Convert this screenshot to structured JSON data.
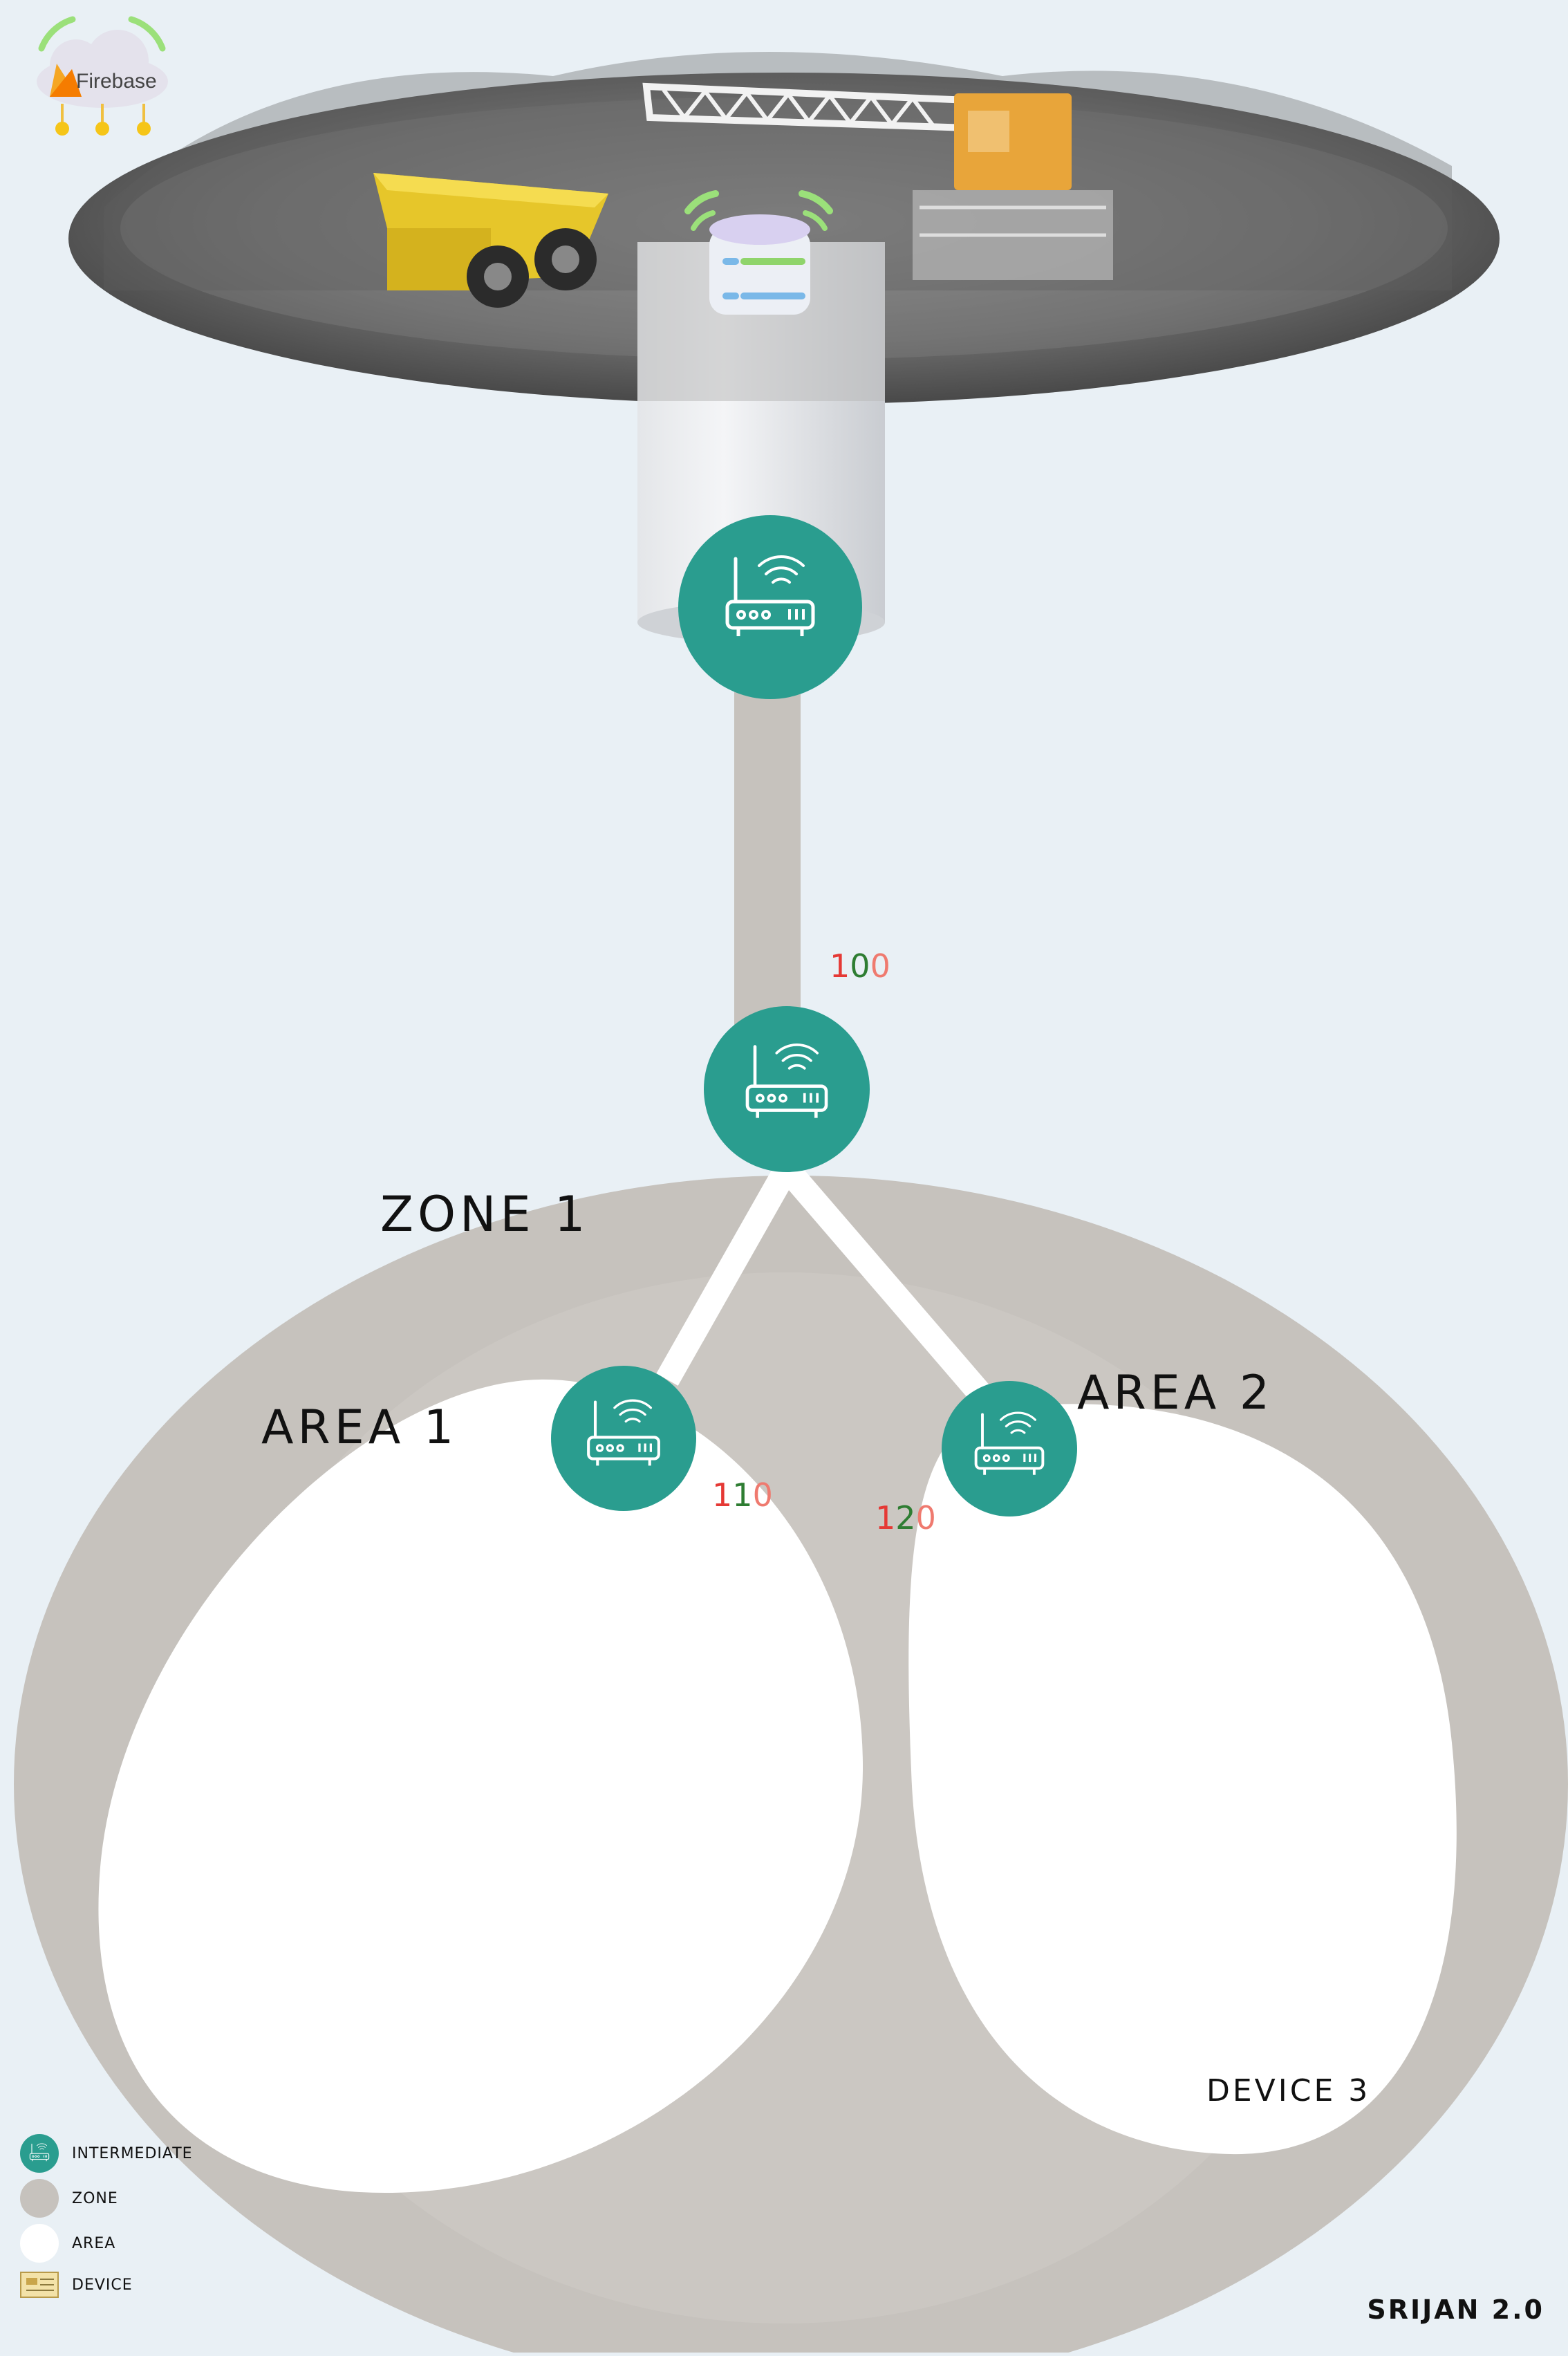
{
  "cloud": {
    "label": "Firebase",
    "icon": "firebase-cloud-icon"
  },
  "labels": {
    "zone": "ZONE 1",
    "area1": "AREA 1",
    "area2": "AREA 2",
    "device": "DEVICE  3"
  },
  "link_ids": {
    "gateway": {
      "d1": "1",
      "d2": "0",
      "d3": "0"
    },
    "area1": {
      "d1": "1",
      "d2": "1",
      "d3": "0"
    },
    "area2": {
      "d1": "1",
      "d2": "2",
      "d3": "0"
    }
  },
  "legend": [
    {
      "label": "INTERMEDIATE",
      "icon": "router-icon"
    },
    {
      "label": "ZONE",
      "icon": "zone-swatch"
    },
    {
      "label": "AREA",
      "icon": "area-swatch"
    },
    {
      "label": "DEVICE",
      "icon": "device-icon"
    }
  ],
  "brand": "SRIJAN 2.0",
  "colors": {
    "background": "#e9f0f5",
    "node": "#2a9d8f",
    "zone": "#c6c2bd",
    "area": "#ffffff",
    "digit_red": "#e53935",
    "digit_green": "#2e7d32",
    "digit_salmon": "#ef7a6f",
    "wifi": "#9be07a"
  }
}
